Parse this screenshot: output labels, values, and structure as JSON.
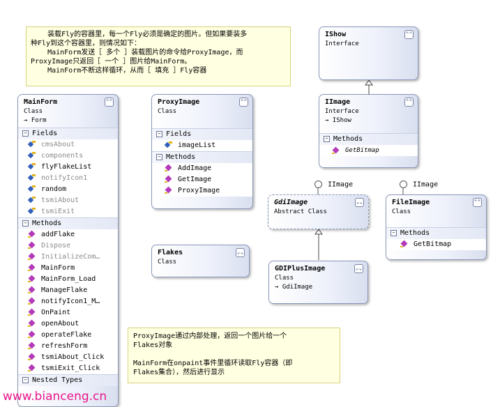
{
  "note_top": "    装载Fly的容器里，每一个Fly必须是确定的图片。但如果要装多\n种Fly到这个容器里，则情况如下：\n    MainForm发送［ 多个 ］装载图片的命令给ProxyImage，而\nProxyImage只返回［ 一个 ］图片给MainForm。\n    MainForm不断这样循环，从而［ 填充 ］Fly容器",
  "note_bottom": "ProxyImage通过内部处理，返回一个图片给一个\nFlakes对象\n\nMainForm在onpaint事件里循环读取Fly容器（即\nFlakes集合），然后进行显示",
  "watermark": "www.bianceng.cn",
  "classes": {
    "mainform": {
      "name": "MainForm",
      "stereo": "Class",
      "base": "Form",
      "fields_label": "Fields",
      "fields": [
        "cmsAbout",
        "components",
        "flyFlakeList",
        "notifyIcon1",
        "random",
        "tsmiAbout",
        "tsmiExit"
      ],
      "methods_label": "Methods",
      "methods": [
        "addFlake",
        "Dispose",
        "InitializeCom…",
        "MainForm",
        "MainForm_Load",
        "ManageFlake",
        "notifyIcon1_M…",
        "OnPaint",
        "openAbout",
        "operateFlake",
        "refreshForm",
        "tsmiAbout_Click",
        "tsmiExit_Click"
      ],
      "nested_label": "Nested Types"
    },
    "proxyimage": {
      "name": "ProxyImage",
      "stereo": "Class",
      "fields_label": "Fields",
      "fields": [
        "imageList"
      ],
      "methods_label": "Methods",
      "methods": [
        "AddImage",
        "GetImage",
        "ProxyImage"
      ]
    },
    "flakes": {
      "name": "Flakes",
      "stereo": "Class"
    },
    "ishow": {
      "name": "IShow",
      "stereo": "Interface"
    },
    "iimage": {
      "name": "IImage",
      "stereo": "Interface",
      "base": "IShow",
      "methods_label": "Methods",
      "methods": [
        "GetBitmap"
      ]
    },
    "gdiimage": {
      "name": "GdiImage",
      "stereo": "Abstract Class",
      "lollipop": "IImage"
    },
    "gdiplusimage": {
      "name": "GDIPlusImage",
      "stereo": "Class",
      "base": "GdiImage"
    },
    "fileimage": {
      "name": "FileImage",
      "stereo": "Class",
      "lollipop": "IImage",
      "methods_label": "Methods",
      "methods": [
        "GetBitmap"
      ]
    }
  },
  "glyphs": {
    "collapse_up": "⌃⌃",
    "collapse_down": "⌄⌄",
    "inherit_arrow": "→",
    "section_toggle": "−"
  }
}
